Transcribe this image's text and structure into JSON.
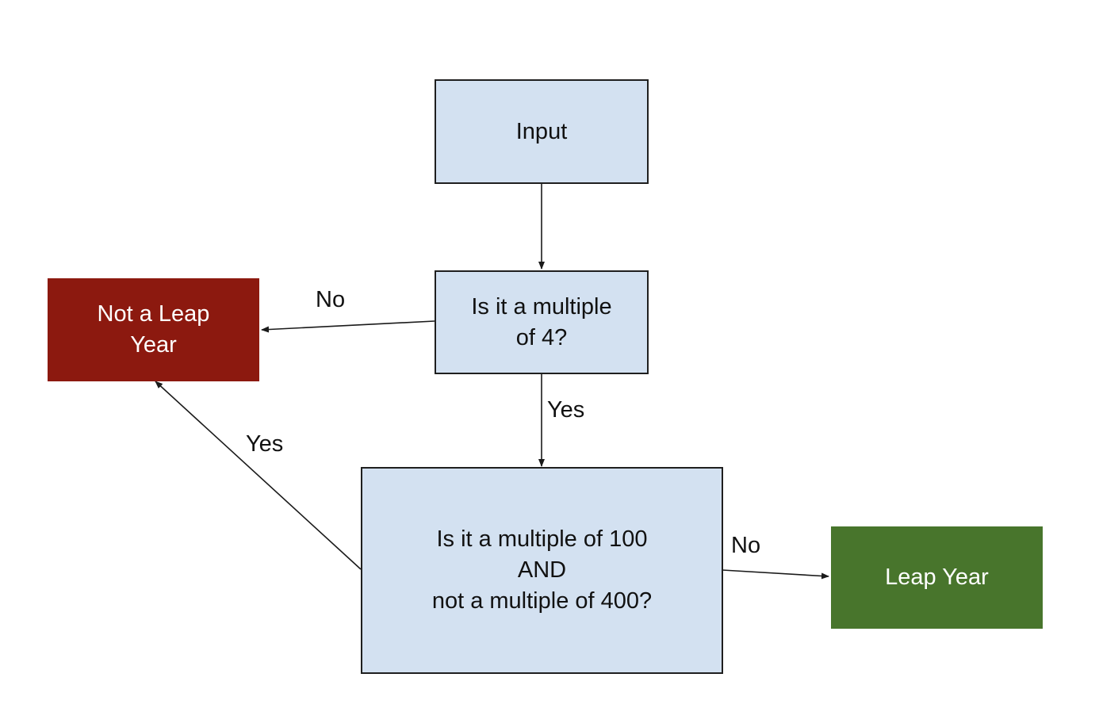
{
  "nodes": {
    "input": {
      "lines": [
        "Input"
      ],
      "color": "#d3e1f1"
    },
    "mult4": {
      "lines": [
        "Is it a multiple",
        "of 4?"
      ],
      "color": "#d3e1f1"
    },
    "mult100": {
      "lines": [
        "Is it a multiple of 100",
        "AND",
        "not a multiple of 400?"
      ],
      "color": "#d3e1f1"
    },
    "not_leap": {
      "lines": [
        "Not a Leap",
        "Year"
      ],
      "color": "#8c190f"
    },
    "leap": {
      "lines": [
        "Leap Year"
      ],
      "color": "#48752c"
    }
  },
  "edges": {
    "input_to_mult4": {
      "label": ""
    },
    "mult4_no": {
      "label": "No"
    },
    "mult4_yes": {
      "label": "Yes"
    },
    "mult100_yes": {
      "label": "Yes"
    },
    "mult100_no": {
      "label": "No"
    }
  }
}
